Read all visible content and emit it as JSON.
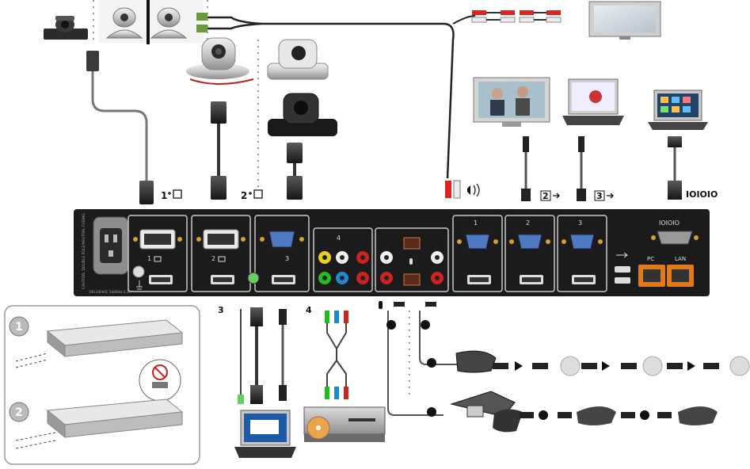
{
  "panel": {
    "cam_in_1": "1",
    "cam_in_2": "2",
    "cam_in_3": "3",
    "audio_in_4": "4",
    "out_1": "1",
    "out_2": "2",
    "out_3": "3",
    "pc_label": "PC",
    "lan_label": "LAN",
    "serial_label": "IOIOIO",
    "caution_text": "CAUTION: DOUBLE POLE/NEUTRAL FUSING",
    "power_rating": "100-240VAC 50/60Hz 2.3A"
  },
  "upper_labels": {
    "cam1_label": "1",
    "cam2_label": "2",
    "monitor2_label": "2",
    "monitor3_label": "3",
    "serial_cable_label": "IOIOIO"
  },
  "lower_labels": {
    "in3_label": "3",
    "in4_label": "4"
  },
  "install_steps": {
    "step1": "1",
    "step2": "2"
  },
  "colors": {
    "panel_bg": "#1b1b1b",
    "accent_orange": "#e07a1a",
    "port_frame": "#c8c8c8"
  }
}
